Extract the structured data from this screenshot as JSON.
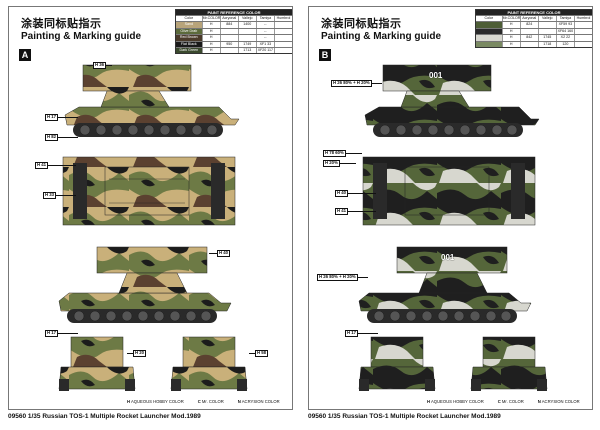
{
  "pages": [
    {
      "id": "A",
      "chinese_title": "涂装同标贴指示",
      "title": "Painting & Marking guide",
      "letter": "A",
      "reference_header": "PAINT REFERENCE COLOR",
      "ref_columns": [
        "Color",
        "Mr.COLOR",
        "Acryonal",
        "Vallejo",
        "Tamiya",
        "Humbrol"
      ],
      "ref_rows": [
        {
          "swatch": "#b8a47a",
          "color": "Sand",
          "code": "H",
          "c1": "",
          "c2": "",
          "c3": "884",
          "c4": "1400",
          "c5": "--"
        },
        {
          "swatch": "#5c6a3b",
          "color": "Olive Drab",
          "code": "H",
          "c1": "",
          "c2": "",
          "c3": "",
          "c4": "",
          "c5": "--"
        },
        {
          "swatch": "#4a3a2a",
          "color": "Red Brown",
          "code": "H",
          "c1": "",
          "c2": "",
          "c3": "",
          "c4": "",
          "c5": "--"
        },
        {
          "swatch": "#1a1a1a",
          "color": "Flat Black",
          "code": "H",
          "c1": "",
          "c2": "",
          "c3": "950",
          "c4": "1749",
          "c5": "XF1 33"
        },
        {
          "swatch": "#3b4a2e",
          "color": "Dark Green",
          "code": "H",
          "c1": "",
          "c2": "",
          "c3": "",
          "c4": "1713",
          "c5": "XF20 117"
        }
      ],
      "legend": [
        "AQUEOUS HOBBY COLOR",
        "Mr. COLOR",
        "ACRYSION COLOR"
      ],
      "legend_prefix": [
        "H",
        "C",
        "N"
      ],
      "footer": "09560 1/35 Russian TOS-1 Multiple Rocket Launcher Mod.1989"
    },
    {
      "id": "B",
      "chinese_title": "涂装同标贴指示",
      "title": "Painting & Marking guide",
      "letter": "B",
      "reference_header": "PAINT REFERENCE COLOR",
      "ref_columns": [
        "Color",
        "Mr.COLOR",
        "Acryonal",
        "Vallejo",
        "Tamiya",
        "Humbrol"
      ],
      "ref_rows": [
        {
          "swatch": "#4e5e36",
          "color": "",
          "code": "H",
          "c1": "",
          "c2": "",
          "c3": "824",
          "c4": "",
          "c5": "XF59 93"
        },
        {
          "swatch": "#2a2a2a",
          "color": "",
          "code": "H",
          "c1": "",
          "c2": "",
          "c3": "",
          "c4": "",
          "c5": "XF64 160"
        },
        {
          "swatch": "#d8d8d0",
          "color": "",
          "code": "H",
          "c1": "",
          "c2": "",
          "c3": "842",
          "c4": "1745",
          "c5": "X2 22"
        },
        {
          "swatch": "#7a8a62",
          "color": "",
          "code": "H",
          "c1": "",
          "c2": "",
          "c3": "",
          "c4": "1718",
          "c5": "120"
        }
      ],
      "legend": [
        "AQUEOUS HOBBY COLOR",
        "Mr. COLOR",
        "ACRYSION COLOR"
      ],
      "legend_prefix": [
        "H",
        "C",
        "N"
      ],
      "footer": "09560 1/35 Russian TOS-1 Multiple Rocket Launcher Mod.1989"
    }
  ],
  "colors": {
    "sand": "#c9b07a",
    "olive": "#6d7a45",
    "brown": "#5b4130",
    "black": "#1c1c1c",
    "green_dark": "#3d4a2b",
    "green_b": "#55663a",
    "grey_white": "#d7d7cf"
  },
  "callouts_a": [
    "H 36",
    "H 17",
    "H 82",
    "H 41",
    "H 33",
    "H 40",
    "H 17",
    "H 20",
    "H 58"
  ],
  "callouts_b": [
    "H 26 80% + H 20%",
    "H 78 60%",
    "H 20%",
    "H 40",
    "H 41",
    "H 17",
    "H 26 80% + H 20%"
  ],
  "turret_numbers": [
    "001",
    "001"
  ]
}
